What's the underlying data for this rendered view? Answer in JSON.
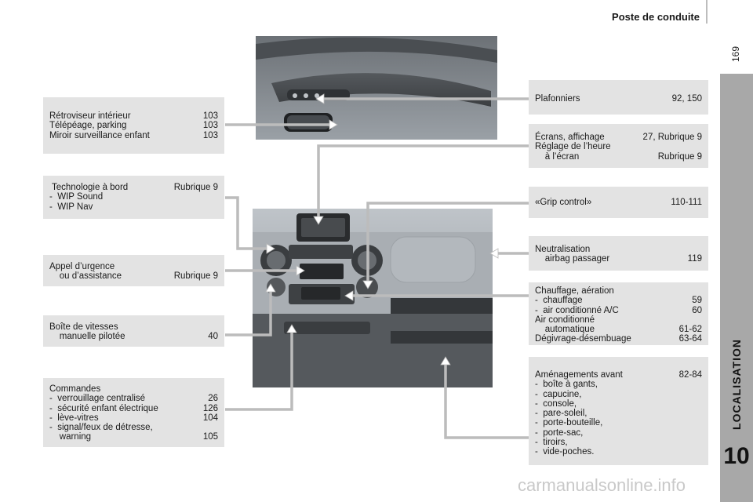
{
  "header": {
    "title": "Poste de conduite",
    "page_number": "169"
  },
  "side": {
    "label": "LOCALISATION",
    "chapter": "10"
  },
  "watermark": "carmanualsonline.info",
  "boxes": {
    "retroviseur": [
      {
        "label": "Rétroviseur intérieur",
        "value": "103"
      },
      {
        "label": "Télépéage, parking",
        "value": "103"
      },
      {
        "label": "Miroir surveillance enfant",
        "value": "103"
      }
    ],
    "technologie": [
      {
        "label": " Technologie à bord",
        "value": "Rubrique 9"
      },
      {
        "label": "-  WIP Sound",
        "value": ""
      },
      {
        "label": "-  WIP Nav",
        "value": ""
      }
    ],
    "appel": [
      {
        "label": "Appel d’urgence",
        "value": ""
      },
      {
        "label": "    ou d’assistance",
        "value": "Rubrique 9"
      }
    ],
    "boite": [
      {
        "label": "Boîte de vitesses",
        "value": ""
      },
      {
        "label": "    manuelle pilotée",
        "value": "40"
      }
    ],
    "commandes": [
      {
        "label": "Commandes",
        "value": ""
      },
      {
        "label": "-  verrouillage centralisé",
        "value": "26"
      },
      {
        "label": "-  sécurité enfant électrique",
        "value": "126"
      },
      {
        "label": "-  lève-vitres",
        "value": "104"
      },
      {
        "label": "-  signal/feux de détresse,",
        "value": ""
      },
      {
        "label": "    warning",
        "value": "105"
      }
    ],
    "plafonniers": [
      {
        "label": "Plafonniers",
        "value": "92, 150"
      }
    ],
    "ecrans": [
      {
        "label": "Écrans, affichage",
        "value": "27, Rubrique 9"
      },
      {
        "label": "Réglage de l’heure",
        "value": ""
      },
      {
        "label": "    à l’écran",
        "value": "Rubrique 9"
      }
    ],
    "grip": [
      {
        "label": "«Grip control»",
        "value": "110-111"
      }
    ],
    "neutralisation": [
      {
        "label": "Neutralisation",
        "value": ""
      },
      {
        "label": "    airbag passager",
        "value": "119"
      }
    ],
    "chauffage": [
      {
        "label": "Chauffage, aération",
        "value": ""
      },
      {
        "label": "-  chauffage",
        "value": "59"
      },
      {
        "label": "-  air conditionné A/C",
        "value": "60"
      },
      {
        "label": "Air conditionné",
        "value": ""
      },
      {
        "label": "    automatique",
        "value": "61-62"
      },
      {
        "label": "Dégivrage-désembuage",
        "value": "63-64"
      }
    ],
    "amenagements": [
      {
        "label": "Aménagements avant",
        "value": "82-84"
      },
      {
        "label": "-  boîte à gants,",
        "value": ""
      },
      {
        "label": "-  capucine,",
        "value": ""
      },
      {
        "label": "-  console,",
        "value": ""
      },
      {
        "label": "-  pare-soleil,",
        "value": ""
      },
      {
        "label": "-  porte-bouteille,",
        "value": ""
      },
      {
        "label": "-  porte-sac,",
        "value": ""
      },
      {
        "label": "-  tiroirs,",
        "value": ""
      },
      {
        "label": "-  vide-poches.",
        "value": ""
      }
    ]
  }
}
